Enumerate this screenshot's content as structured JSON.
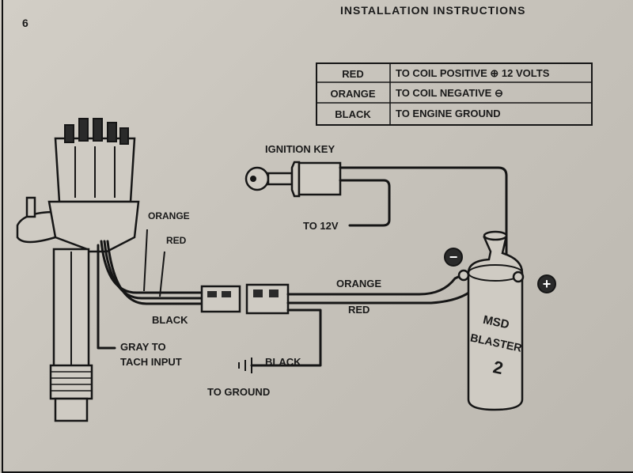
{
  "header": {
    "page_number": "6",
    "title": "INSTALLATION INSTRUCTIONS"
  },
  "legend": {
    "rows": [
      {
        "color": "RED",
        "description": "TO COIL POSITIVE ⊕ 12 VOLTS"
      },
      {
        "color": "ORANGE",
        "description": "TO COIL NEGATIVE ⊖"
      },
      {
        "color": "BLACK",
        "description": "TO ENGINE GROUND"
      }
    ]
  },
  "labels": {
    "ignition_key": "IGNITION KEY",
    "to_12v": "TO 12V",
    "dist_orange": "ORANGE",
    "dist_red": "RED",
    "dist_black": "BLACK",
    "gray_tach": [
      "GRAY TO",
      "TACH INPUT"
    ],
    "ground_black": "BLACK",
    "to_ground": "TO GROUND",
    "coil_orange": "ORANGE",
    "coil_red": "RED",
    "coil_negative": "−",
    "coil_positive": "+"
  },
  "coil": {
    "brand": "MSD",
    "model": "BLASTER",
    "number": "2"
  }
}
